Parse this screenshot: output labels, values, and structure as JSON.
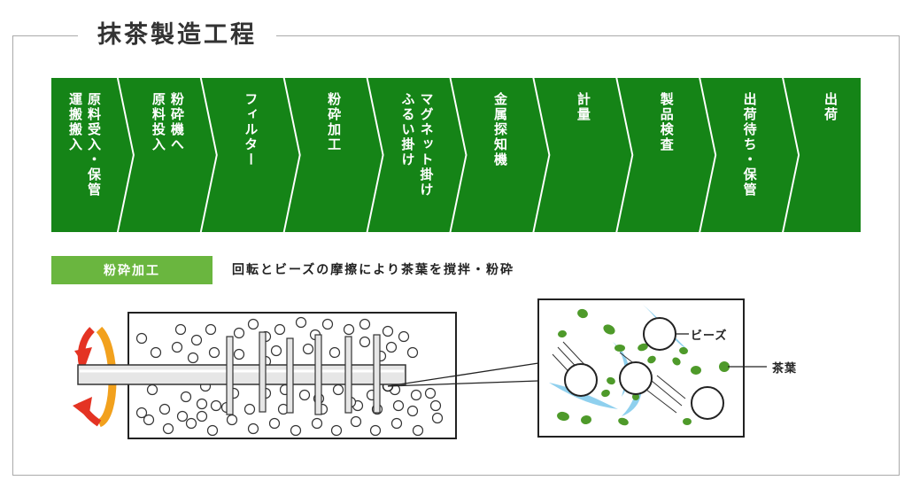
{
  "title": "抹茶製造工程",
  "steps": [
    {
      "lines": [
        "原料受入・保管",
        "運搬搬入"
      ]
    },
    {
      "lines": [
        "粉砕機へ",
        "原料投入"
      ]
    },
    {
      "lines": [
        "フィルター"
      ]
    },
    {
      "lines": [
        "粉砕加工"
      ]
    },
    {
      "lines": [
        "マグネット掛け",
        "ふるい掛け"
      ]
    },
    {
      "lines": [
        "金属探知機"
      ]
    },
    {
      "lines": [
        "計量"
      ]
    },
    {
      "lines": [
        "製品検査"
      ]
    },
    {
      "lines": [
        "出荷待ち・保管"
      ]
    },
    {
      "lines": [
        "出荷"
      ]
    }
  ],
  "section": {
    "label": "粉砕加工",
    "description": "回転とビーズの摩擦により茶葉を撹拌・粉砕"
  },
  "callouts": {
    "beads": "ビーズ",
    "leaves": "茶葉"
  },
  "colors": {
    "step_green": "#158417",
    "label_green": "#6ab63f",
    "leaf_green": "#4e9a2a",
    "arrow_red": "#e43323",
    "arrow_orange": "#f2a11d",
    "swirl_blue": "#8fd0ee"
  }
}
